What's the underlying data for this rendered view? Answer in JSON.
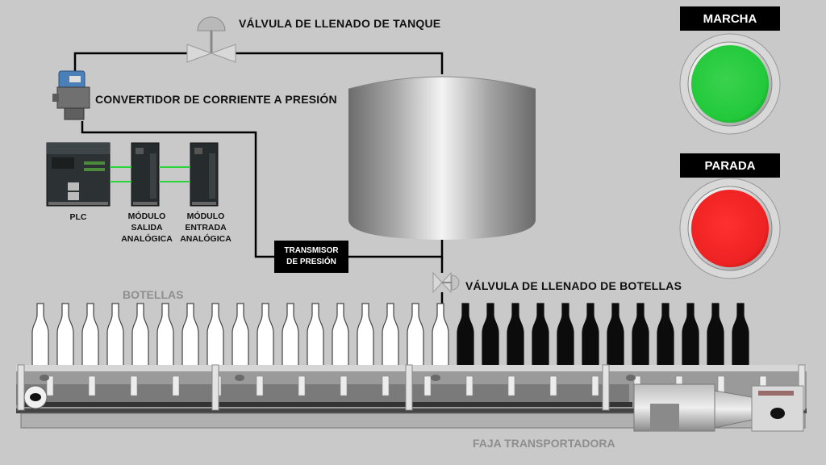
{
  "labels": {
    "tank_valve": "VÁLVULA DE  LLENADO DE TANQUE",
    "converter": "CONVERTIDOR DE  CORRIENTE A PRESIÓN",
    "plc": "PLC",
    "output_module": [
      "MÓDULO",
      "SALIDA",
      "ANALÓGICA"
    ],
    "input_module": [
      "MÓDULO",
      "ENTRADA",
      "ANALÓGICA"
    ],
    "transmitter": [
      "TRANSMISOR",
      "DE PRESIÓN"
    ],
    "bottle_valve": "VÁLVULA DE LLENADO DE BOTELLAS",
    "bottles": "BOTELLAS",
    "conveyor": "FAJA TRANSPORTADORA"
  },
  "buttons": {
    "start": {
      "label": "MARCHA",
      "color": "#22c93a"
    },
    "stop": {
      "label": "PARADA",
      "color": "#ee2222"
    }
  },
  "bottles": {
    "empty_count": 17,
    "filled_count": 12
  }
}
